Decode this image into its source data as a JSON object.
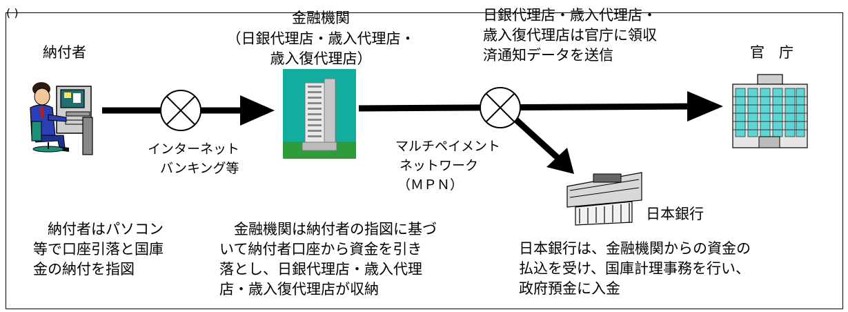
{
  "top_fragment": "(      )",
  "actors": {
    "payer": "納付者",
    "financial_institution": {
      "title": "金融機関",
      "line1": "（日銀代理店・歳入代理店・",
      "line2": "歳入復代理店）"
    },
    "ministry": "官　庁",
    "boj": "日本銀行"
  },
  "channels": {
    "internet_banking": [
      "インターネット",
      "バンキング等"
    ],
    "mpn": [
      "マルチペイメント",
      "ネットワーク",
      "（ＭＰＮ）"
    ]
  },
  "notes": {
    "agent_notice": [
      "日銀代理店・歳入代理店・",
      "歳入復代理店は官庁に領収",
      "済通知データを送信"
    ],
    "payer_desc": [
      "　納付者はパソコン",
      "等で口座引落と国庫",
      "金の納付を指図"
    ],
    "fi_desc": [
      "　金融機関は納付者の指図に基づ",
      "いて納付者口座から資金を引き",
      "落とし、日銀代理店・歳入代理",
      "店・歳入復代理店が収納"
    ],
    "boj_desc": [
      "日本銀行は、金融機関からの資金の",
      "払込を受け、国庫計理事務を行い、",
      "政府預金に入金"
    ]
  }
}
